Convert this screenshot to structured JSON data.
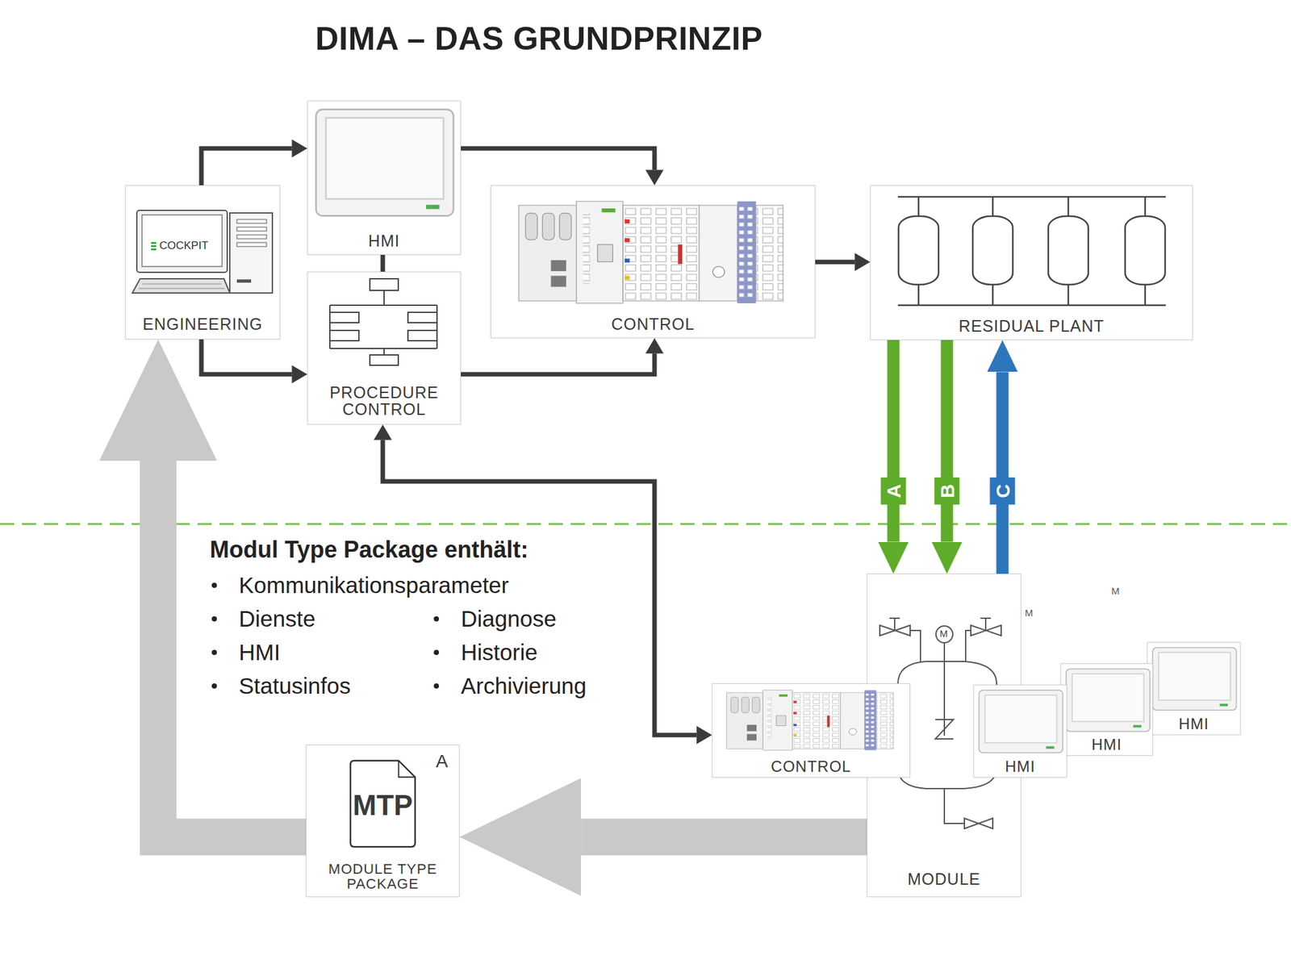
{
  "diagram": {
    "title": "DIMA – DAS GRUNDPRINZIP",
    "nodes": [
      {
        "text": [
          "ENGINEERING"
        ]
      },
      {
        "text": [
          "HMI"
        ]
      },
      {
        "text": [
          "PROCEDURE CONTROL"
        ]
      },
      {
        "text": [
          "CONTROL"
        ]
      },
      {
        "text": [
          "RESIDUAL PLANT"
        ]
      },
      {
        "text": [
          "ODULE"
        ]
      },
      {
        "text": [
          "DULE"
        ]
      },
      {
        "text": [
          "MODULE"
        ]
      },
      {
        "text": [
          "HMI"
        ]
      },
      {
        "text": [
          "HMI"
        ]
      },
      {
        "text": [
          "CONTROL"
        ]
      },
      {
        "text": [
          "HMI"
        ]
      },
      {
        "text": [
          "C"
        ]
      },
      {
        "text": [
          "B"
        ]
      },
      {
        "text": [
          "A",
          "MTP",
          "MODULE TYPE PACKAGE"
        ]
      }
    ],
    "edges": [
      {
        "from": 0,
        "to": 1,
        "arrow": "to"
      },
      {
        "from": 0,
        "to": 2,
        "arrow": "to"
      },
      {
        "from": 1,
        "to": 3,
        "arrow": "to"
      },
      {
        "from": 2,
        "to": 3,
        "arrow": "to"
      },
      {
        "from": 3,
        "to": 4,
        "arrow": "to"
      },
      {
        "from": 1,
        "to": 2,
        "arrow": "none"
      },
      {
        "from": 2,
        "to": 10,
        "arrow": "both"
      },
      {
        "from": 4,
        "to": 7,
        "label": "A",
        "arrow": "to"
      },
      {
        "from": 4,
        "to": 7,
        "label": "B",
        "arrow": "to"
      },
      {
        "from": 7,
        "to": 4,
        "label": "C",
        "arrow": "to"
      },
      {
        "from": 7,
        "to": 14,
        "arrow": "to"
      },
      {
        "from": 14,
        "to": 0,
        "arrow": "to"
      }
    ],
    "labels": [
      "COCKPIT",
      "Modul Type Package enthält:",
      "Kommunikationsparameter",
      "Dienste",
      "Diagnose",
      "HMI",
      "Historie",
      "Statusinfos",
      "Archivierung",
      "M",
      "M",
      "M"
    ]
  }
}
